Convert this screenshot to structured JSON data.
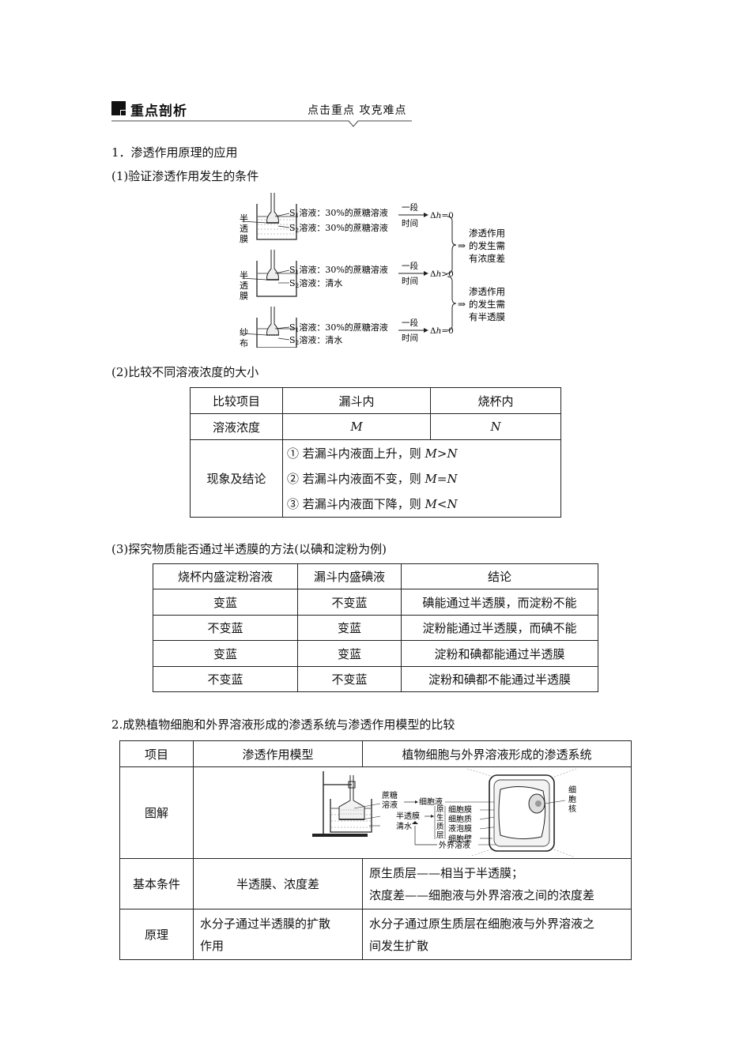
{
  "header": {
    "title": "重点剖析",
    "subtitle": "点击重点 攻克难点"
  },
  "section1": {
    "heading": "1．渗透作用原理的应用",
    "sub1": {
      "heading": "(1)验证渗透作用发生的条件",
      "diagram": {
        "rows": [
          {
            "membrane_label": [
              "半",
              "透",
              "膜"
            ],
            "s1_sub": "1",
            "s1": "溶液：30%的蔗糖溶液",
            "s2_sub": "2",
            "s2": "溶液：30%的蔗糖溶液",
            "arrow_top": "一段",
            "arrow_bottom": "时间",
            "result_prefix": "Δ",
            "result_var": "h",
            "result_rel": "=0"
          },
          {
            "membrane_label": [
              "半",
              "透",
              "膜"
            ],
            "s1_sub": "1",
            "s1": "溶液：30%的蔗糖溶液",
            "s2_sub": "2",
            "s2": "溶液：清水",
            "arrow_top": "一段",
            "arrow_bottom": "时间",
            "result_prefix": "Δ",
            "result_var": "h",
            "result_rel": ">0"
          },
          {
            "membrane_label": [
              "纱",
              "布"
            ],
            "s1_sub": "1",
            "s1": "溶液：30%的蔗糖溶液",
            "s2_sub": "2",
            "s2": "溶液：清水",
            "arrow_top": "一段",
            "arrow_bottom": "时间",
            "result_prefix": "Δ",
            "result_var": "h",
            "result_rel": "=0"
          }
        ],
        "conclusion1": [
          "渗透作用",
          "的发生需",
          "有浓度差"
        ],
        "conclusion2": [
          "渗透作用",
          "的发生需",
          "有半透膜"
        ],
        "s_letter": "S",
        "implies": "⇒"
      }
    },
    "sub2": {
      "heading": "(2)比较不同溶液浓度的大小",
      "table": {
        "headers": [
          "比较项目",
          "漏斗内",
          "烧杯内"
        ],
        "row1": {
          "label": "溶液浓度",
          "funnel": "M",
          "beaker": "N"
        },
        "row2": {
          "label": "现象及结论",
          "lines": [
            {
              "text": "① 若漏斗内液面上升，则 ",
              "rel": "M>N"
            },
            {
              "text": "② 若漏斗内液面不变，则 ",
              "rel": "M=N"
            },
            {
              "text": "③ 若漏斗内液面下降，则 ",
              "rel": "M<N"
            }
          ]
        }
      }
    },
    "sub3": {
      "heading": "(3)探究物质能否通过半透膜的方法(以碘和淀粉为例)",
      "table": {
        "headers": [
          "烧杯内盛淀粉溶液",
          "漏斗内盛碘液",
          "结论"
        ],
        "rows": [
          [
            "变蓝",
            "不变蓝",
            "碘能通过半透膜，而淀粉不能"
          ],
          [
            "不变蓝",
            "变蓝",
            "淀粉能通过半透膜，而碘不能"
          ],
          [
            "变蓝",
            "变蓝",
            "淀粉和碘都能通过半透膜"
          ],
          [
            "不变蓝",
            "不变蓝",
            "淀粉和碘都不能通过半透膜"
          ]
        ]
      }
    }
  },
  "section2": {
    "heading": "2.成熟植物细胞和外界溶液形成的渗透系统与渗透作用模型的比较",
    "table": {
      "headers": [
        "项目",
        "渗透作用模型",
        "植物细胞与外界溶液形成的渗透系统"
      ],
      "diagram_row_label": "图解",
      "diagram_labels": {
        "sucrose": [
          "蔗糖",
          "溶液"
        ],
        "membrane": "半透膜",
        "water": "清水",
        "cell_sap": "细胞液",
        "protoplast": [
          "原",
          "生",
          "质",
          "层"
        ],
        "cell_membrane": "细胞膜",
        "cytoplasm": "细胞质",
        "vacuole_membrane": "液泡膜",
        "cell_wall": "细胞壁",
        "external": "外界溶液",
        "nucleus": [
          "细",
          "胞",
          "核"
        ]
      },
      "row_basic": {
        "label": "基本条件",
        "model": "半透膜、浓度差",
        "plant": [
          "原生质层——相当于半透膜；",
          "浓度差——细胞液与外界溶液之间的浓度差"
        ]
      },
      "row_principle": {
        "label": "原理",
        "model": [
          "水分子通过半透膜的扩散",
          "作用"
        ],
        "plant": [
          "水分子通过原生质层在细胞液与外界溶液之",
          "间发生扩散"
        ]
      }
    }
  }
}
